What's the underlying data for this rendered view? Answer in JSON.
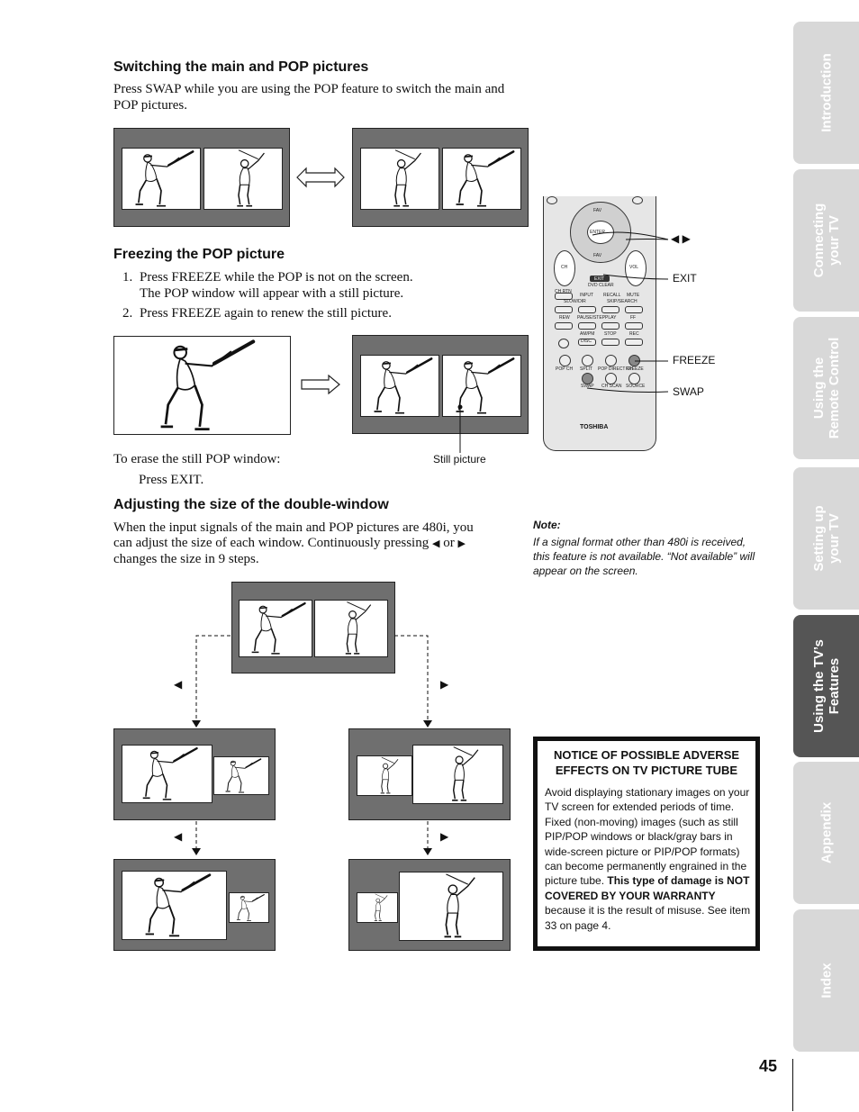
{
  "section1": {
    "title": "Switching the main and POP pictures",
    "body": "Press SWAP while you are using the POP feature to switch the main and POP pictures."
  },
  "section2": {
    "title": "Freezing the POP picture",
    "step1_num": "1.",
    "step1_line1": "Press FREEZE while the POP is not on the screen.",
    "step1_line2": "The POP window will appear with a still picture.",
    "step2_num": "2.",
    "step2": "Press FREEZE again to renew the still picture.",
    "erase": "To erase the still POP window:",
    "press_exit": "Press EXIT.",
    "still_picture_label": "Still picture"
  },
  "section3": {
    "title": "Adjusting the size of the double-window",
    "body_line1": "When the input signals of the main and POP pictures are 480i, you",
    "body_line2_a": "can adjust the size of each window. Continuously pressing",
    "left_arrow": "◀",
    "body_or": "or",
    "right_arrow": "▶",
    "body_line3": "changes the size in 9 steps."
  },
  "note": {
    "label": "Note:",
    "text": "If a signal format other than 480i is received, this feature is not available. “Not available” will appear on the screen."
  },
  "remote_callouts": {
    "arrows": "◀ ▶",
    "exit": "EXIT",
    "freeze": "FREEZE",
    "swap": "SWAP"
  },
  "remote_labels": {
    "enter": "ENTER",
    "fav_top": "FAV",
    "fav_bottom": "FAV",
    "ch": "CH",
    "vol": "VOL",
    "exit_btn": "EXIT",
    "dvd_clear": "DVD CLEAR",
    "ch_rtn": "CH RTN",
    "input": "INPUT",
    "recall": "RECALL",
    "mute": "MUTE",
    "slow_dir": "SLOW/DIR",
    "skip_search": "SKIP/SEARCH",
    "rew": "REW",
    "pause_step": "PAUSE/STEP",
    "play": "PLAY",
    "ff": "FF",
    "am_pm": "AM/PM",
    "stop": "STOP",
    "rec": "REC",
    "disc": "DISC",
    "pop_ch": "POP CH",
    "split": "SPLIT",
    "pop_direct_ch": "POP DIRECT CH",
    "freeze": "FREEZE",
    "swap": "SWAP",
    "ch_scan": "CH SCAN",
    "source": "SOURCE",
    "brand": "TOSHIBA"
  },
  "diagram_arrows": {
    "left1": "◀",
    "right1": "▶",
    "left2": "◀",
    "right2": "▶"
  },
  "notice": {
    "title": "NOTICE OF POSSIBLE ADVERSE EFFECTS ON TV PICTURE TUBE",
    "body": "Avoid displaying stationary images on your TV screen for extended periods of time. Fixed (non-moving) images (such as still PIP/POP windows or black/gray bars in wide-screen picture or PIP/POP formats) can become permanently engrained in the picture tube.",
    "bold": "This type of damage is NOT COVERED BY YOUR WARRANTY",
    "tail": "because it is the result of misuse. See item 33 on page 4."
  },
  "tabs": [
    {
      "label": "Introduction",
      "active": false
    },
    {
      "label": "Connecting\nyour TV",
      "active": false
    },
    {
      "label": "Using the\nRemote Control",
      "active": false
    },
    {
      "label": "Setting up\nyour TV",
      "active": false
    },
    {
      "label": "Using the TV’s\nFeatures",
      "active": true
    },
    {
      "label": "Appendix",
      "active": false
    },
    {
      "label": "Index",
      "active": false
    }
  ],
  "page_number": "45",
  "colors": {
    "tab": "#d8d8d8",
    "tab_active": "#555555",
    "screen": "#6f6f6f"
  }
}
